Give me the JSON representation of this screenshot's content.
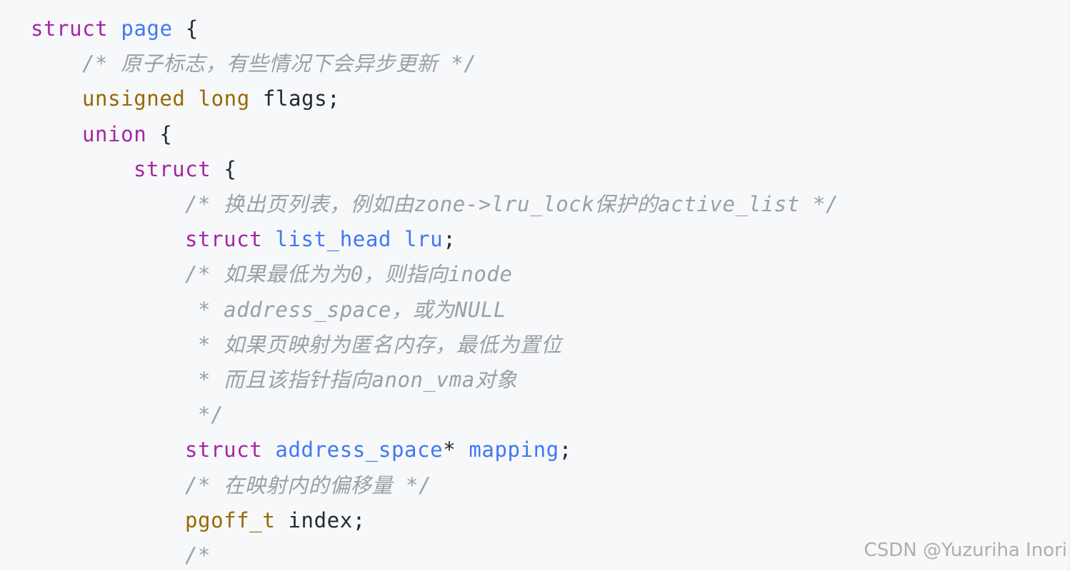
{
  "code": {
    "lines": [
      {
        "indent": 0,
        "tokens": [
          {
            "t": "keyword",
            "v": "struct"
          },
          {
            "t": "plain",
            "v": " "
          },
          {
            "t": "ident",
            "v": "page"
          },
          {
            "t": "plain",
            "v": " {"
          }
        ]
      },
      {
        "indent": 1,
        "tokens": [
          {
            "t": "comment",
            "v": "/* 原子标志，有些情况下会异步更新 */"
          }
        ]
      },
      {
        "indent": 1,
        "tokens": [
          {
            "t": "type",
            "v": "unsigned"
          },
          {
            "t": "plain",
            "v": " "
          },
          {
            "t": "type",
            "v": "long"
          },
          {
            "t": "plain",
            "v": " flags;"
          }
        ]
      },
      {
        "indent": 1,
        "tokens": [
          {
            "t": "keyword",
            "v": "union"
          },
          {
            "t": "plain",
            "v": " {"
          }
        ]
      },
      {
        "indent": 2,
        "tokens": [
          {
            "t": "keyword",
            "v": "struct"
          },
          {
            "t": "plain",
            "v": " {"
          }
        ]
      },
      {
        "indent": 3,
        "tokens": [
          {
            "t": "comment",
            "v": "/* 换出页列表，例如由zone->lru_lock保护的active_list */"
          }
        ]
      },
      {
        "indent": 3,
        "tokens": [
          {
            "t": "keyword",
            "v": "struct"
          },
          {
            "t": "plain",
            "v": " "
          },
          {
            "t": "ident",
            "v": "list_head"
          },
          {
            "t": "plain",
            "v": " "
          },
          {
            "t": "ident",
            "v": "lru"
          },
          {
            "t": "plain",
            "v": ";"
          }
        ]
      },
      {
        "indent": 3,
        "tokens": [
          {
            "t": "comment",
            "v": "/* 如果最低为为0，则指向inode"
          }
        ]
      },
      {
        "indent": 3,
        "tokens": [
          {
            "t": "comment",
            "v": " * address_space，或为NULL"
          }
        ]
      },
      {
        "indent": 3,
        "tokens": [
          {
            "t": "comment",
            "v": " * 如果页映射为匿名内存，最低为置位"
          }
        ]
      },
      {
        "indent": 3,
        "tokens": [
          {
            "t": "comment",
            "v": " * 而且该指针指向anon_vma对象"
          }
        ]
      },
      {
        "indent": 3,
        "tokens": [
          {
            "t": "comment",
            "v": " */"
          }
        ]
      },
      {
        "indent": 3,
        "tokens": [
          {
            "t": "keyword",
            "v": "struct"
          },
          {
            "t": "plain",
            "v": " "
          },
          {
            "t": "ident",
            "v": "address_space"
          },
          {
            "t": "plain",
            "v": "* "
          },
          {
            "t": "ident",
            "v": "mapping"
          },
          {
            "t": "plain",
            "v": ";"
          }
        ]
      },
      {
        "indent": 3,
        "tokens": [
          {
            "t": "comment",
            "v": "/* 在映射内的偏移量 */"
          }
        ]
      },
      {
        "indent": 3,
        "tokens": [
          {
            "t": "type",
            "v": "pgoff_t"
          },
          {
            "t": "plain",
            "v": " index;"
          }
        ]
      },
      {
        "indent": 3,
        "tokens": [
          {
            "t": "comment",
            "v": "/*"
          }
        ]
      }
    ]
  },
  "watermark": {
    "text": "CSDN @Yuzuriha  Inori"
  },
  "colors": {
    "background": "#f6f8fa",
    "keyword": "#a626a4",
    "type": "#986801",
    "identifier": "#4078f2",
    "comment": "#9aa0a6",
    "plain": "#24292e"
  }
}
